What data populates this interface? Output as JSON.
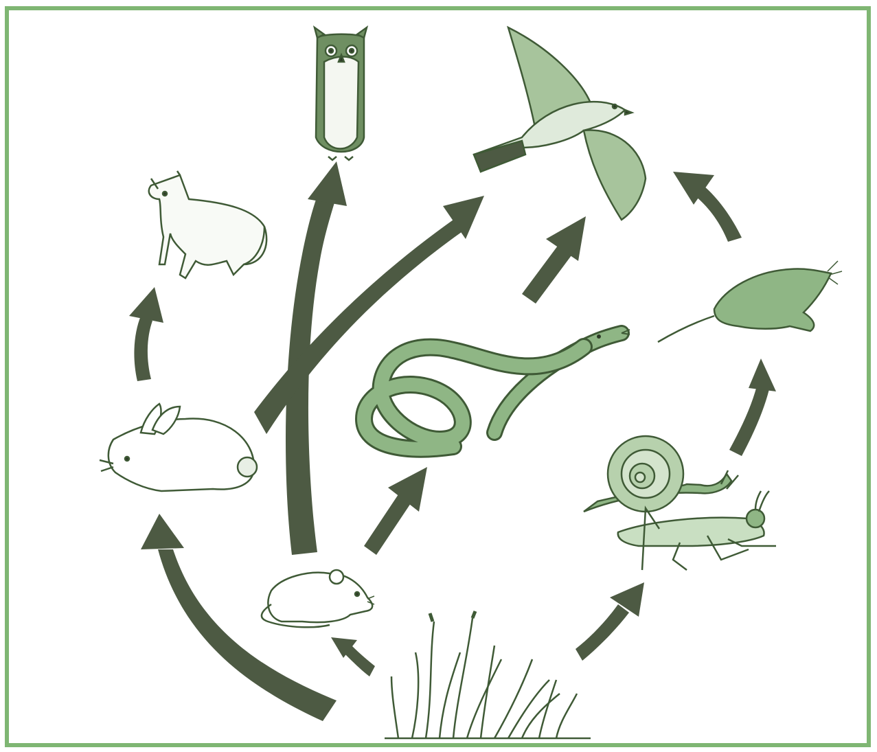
{
  "diagram": {
    "kind": "food-web",
    "colors": {
      "frame": "#7fb673",
      "arrow": "#4d5a43",
      "organism_fill": "#8fb685",
      "organism_light": "#c9dfc2",
      "organism_stroke": "#3f5a36",
      "background": "#ffffff"
    },
    "organisms": [
      {
        "id": "grass",
        "icon": "grass-icon"
      },
      {
        "id": "mouse",
        "icon": "mouse-icon"
      },
      {
        "id": "rabbit",
        "icon": "rabbit-icon"
      },
      {
        "id": "fox",
        "icon": "fox-icon"
      },
      {
        "id": "owl",
        "icon": "owl-icon"
      },
      {
        "id": "hawk",
        "icon": "hawk-icon"
      },
      {
        "id": "snake",
        "icon": "snake-icon"
      },
      {
        "id": "mole",
        "icon": "mole-icon"
      },
      {
        "id": "snail",
        "icon": "snail-icon"
      },
      {
        "id": "grasshopper",
        "icon": "grasshopper-icon"
      }
    ],
    "links": [
      {
        "from": "grass",
        "to": "rabbit"
      },
      {
        "from": "grass",
        "to": "mouse"
      },
      {
        "from": "grass",
        "to": "snail"
      },
      {
        "from": "grass",
        "to": "grasshopper"
      },
      {
        "from": "mouse",
        "to": "owl"
      },
      {
        "from": "mouse",
        "to": "snake"
      },
      {
        "from": "rabbit",
        "to": "fox"
      },
      {
        "from": "rabbit",
        "to": "hawk"
      },
      {
        "from": "snake",
        "to": "hawk"
      },
      {
        "from": "snail",
        "to": "mole"
      },
      {
        "from": "grasshopper",
        "to": "mole"
      },
      {
        "from": "mole",
        "to": "hawk"
      }
    ]
  }
}
